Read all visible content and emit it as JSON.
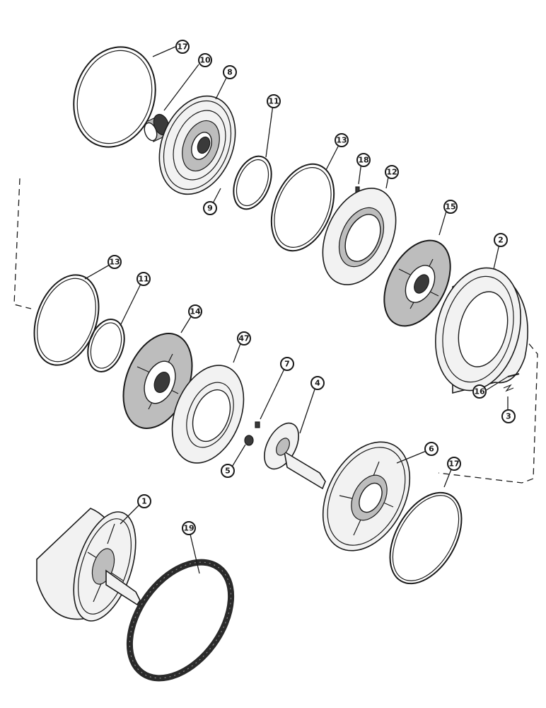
{
  "callouts": {
    "c17a": "17",
    "c10": "10",
    "c8": "8",
    "c11a": "11",
    "c13a": "13",
    "c18": "18",
    "c12": "12",
    "c15": "15",
    "c2": "2",
    "c9": "9",
    "c13b": "13",
    "c11b": "11",
    "c14": "14",
    "c47": "47",
    "c7": "7",
    "c4": "4",
    "c16": "16",
    "c3": "3",
    "c5": "5",
    "c6": "6",
    "c17b": "17",
    "c1": "1",
    "c19": "19"
  },
  "colors": {
    "ink": "#1a1a1a",
    "paper": "#ffffff"
  }
}
